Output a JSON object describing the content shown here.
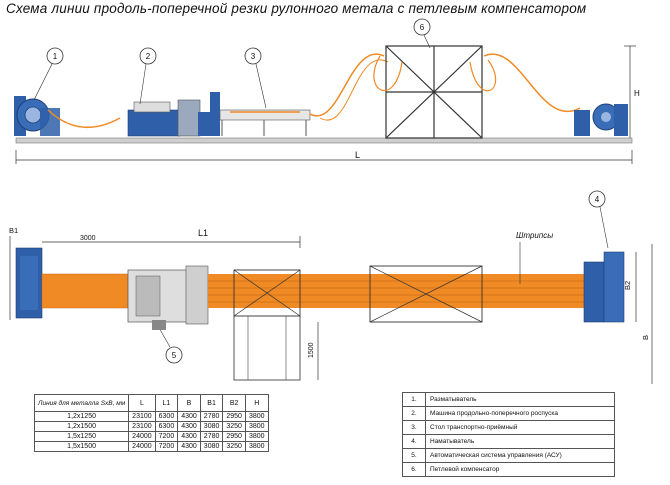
{
  "title": "Схема линии продоль-поперечной резки рулонного метала с петлевым компенсатором",
  "callouts": [
    "1",
    "2",
    "3",
    "6",
    "4",
    "5"
  ],
  "dims": {
    "L": "L",
    "H": "H",
    "B1": "B1",
    "L1": "L1",
    "d3000": "3000",
    "B2": "B2",
    "B": "B",
    "d1500": "1500"
  },
  "strips_label": "Штрипсы",
  "colors": {
    "orange": "#f08a24",
    "steel": "#7a7a7a",
    "blue": "#2f5fa8"
  },
  "params_table": {
    "headers": [
      "Линия для металла SxB, мм",
      "L",
      "L1",
      "B",
      "B1",
      "B2",
      "H"
    ],
    "rows": [
      [
        "1,2x1250",
        "23100",
        "6300",
        "4300",
        "2780",
        "2950",
        "3800"
      ],
      [
        "1,2x1500",
        "23100",
        "6300",
        "4300",
        "3080",
        "3250",
        "3800"
      ],
      [
        "1,5x1250",
        "24000",
        "7200",
        "4300",
        "2780",
        "2950",
        "3800"
      ],
      [
        "1,5x1500",
        "24000",
        "7200",
        "4300",
        "3080",
        "3250",
        "3800"
      ]
    ]
  },
  "legend": [
    {
      "num": "1.",
      "text": "Разматыватель"
    },
    {
      "num": "2.",
      "text": "Машина продольно-поперечного роспуска"
    },
    {
      "num": "3.",
      "text": "Стол транспортно-приёмный"
    },
    {
      "num": "4.",
      "text": "Наматыватель"
    },
    {
      "num": "5.",
      "text": "Автоматическая система управления (АСУ)"
    },
    {
      "num": "6.",
      "text": "Петлевой компенсатор"
    }
  ]
}
